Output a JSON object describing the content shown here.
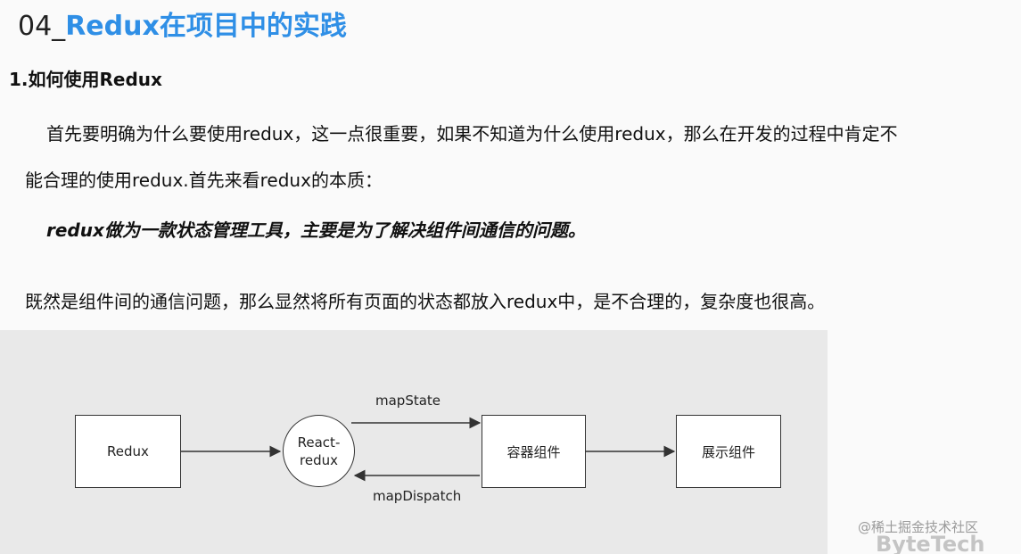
{
  "title": {
    "prefix": "04_",
    "main": "Redux在项目中的实践"
  },
  "section": {
    "heading": "1.如何使用Redux"
  },
  "paragraphs": {
    "p1": "首先要明确为什么要使用redux，这一点很重要，如果不知道为什么使用redux，那么在开发的过程中肯定不",
    "p2": "能合理的使用redux.首先来看redux的本质：",
    "p3": "redux做为一款状态管理工具，主要是为了解决组件间通信的问题。",
    "p4": "既然是组件间的通信问题，那么显然将所有页面的状态都放入redux中，是不合理的，复杂度也很高。"
  },
  "diagram": {
    "nodes": {
      "redux": "Redux",
      "react_redux_line1": "React-",
      "react_redux_line2": "redux",
      "container": "容器组件",
      "presentational": "展示组件"
    },
    "edges": {
      "map_state": "mapState",
      "map_dispatch": "mapDispatch"
    }
  },
  "footer": {
    "mark": "@稀土掘金技术社区",
    "brand": "ByteTech"
  }
}
